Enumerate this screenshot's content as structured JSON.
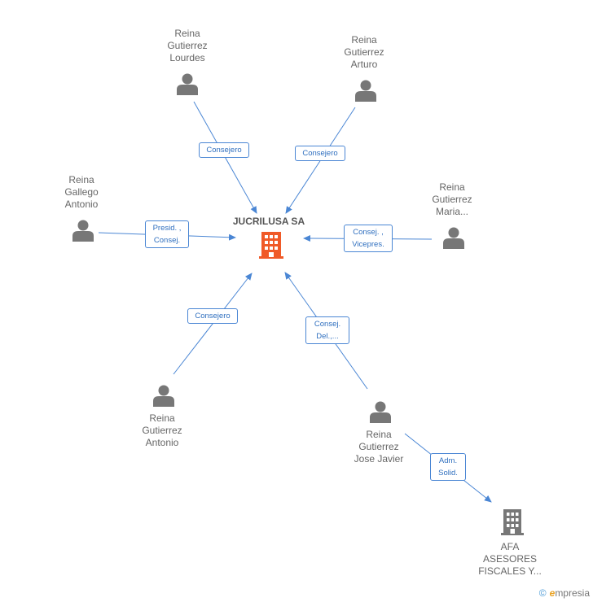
{
  "center": {
    "name": "JUCRILUSA SA",
    "color": "#f05a28"
  },
  "persons": [
    {
      "id": "p1",
      "lines": [
        "Reina",
        "Gutierrez",
        "Lourdes"
      ]
    },
    {
      "id": "p2",
      "lines": [
        "Reina",
        "Gutierrez",
        "Arturo"
      ]
    },
    {
      "id": "p3",
      "lines": [
        "Reina",
        "Gallego",
        "Antonio"
      ]
    },
    {
      "id": "p4",
      "lines": [
        "Reina",
        "Gutierrez",
        "Maria..."
      ]
    },
    {
      "id": "p5",
      "lines": [
        "Reina",
        "Gutierrez",
        "Antonio"
      ]
    },
    {
      "id": "p6",
      "lines": [
        "Reina",
        "Gutierrez",
        "Jose Javier"
      ]
    }
  ],
  "company2": {
    "lines": [
      "AFA",
      "ASESORES",
      "FISCALES Y..."
    ],
    "color": "#777777"
  },
  "edges": [
    {
      "id": "e1",
      "lines": [
        "Consejero"
      ]
    },
    {
      "id": "e2",
      "lines": [
        "Consejero"
      ]
    },
    {
      "id": "e3",
      "lines": [
        "Presid. ,",
        "Consej."
      ]
    },
    {
      "id": "e4",
      "lines": [
        "Consej. ,",
        "Vicepres."
      ]
    },
    {
      "id": "e5",
      "lines": [
        "Consejero"
      ]
    },
    {
      "id": "e6",
      "lines": [
        "Consej.",
        "Del.,..."
      ]
    },
    {
      "id": "e7",
      "lines": [
        "Adm.",
        "Solid."
      ]
    }
  ],
  "brand": {
    "copyright": "©",
    "first": "e",
    "rest": "mpresia"
  },
  "colors": {
    "edge": "#4a86d4",
    "person_icon": "#777777"
  }
}
